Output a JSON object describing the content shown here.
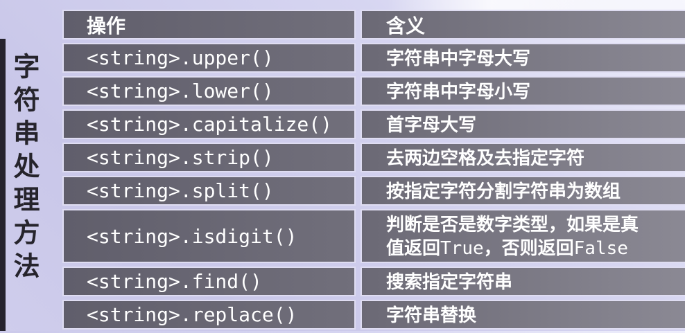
{
  "colors": {
    "background_light": "#f0f0fc",
    "background_mid": "#d6d5f1",
    "background_dark": "#c9c7e9",
    "cell_border": "#dfddf2",
    "op_cell_dark": "#605e6b",
    "op_cell_light": "#716f7b",
    "meaning_cell_dark": "#6b6975",
    "meaning_cell_light": "#8b8994",
    "text_white": "#ffffff",
    "title_dark": "#26242c",
    "edge_strip": "#26232e"
  },
  "sidebar": {
    "vertical_title": "字符串处理方法"
  },
  "table": {
    "headers": [
      {
        "label": "操作"
      },
      {
        "label": "含义"
      }
    ],
    "rows": [
      {
        "operation": "<string>.upper()",
        "meaning_lines": [
          "字符串中字母大写"
        ],
        "tall": false
      },
      {
        "operation": "<string>.lower()",
        "meaning_lines": [
          "字符串中字母小写"
        ],
        "tall": false
      },
      {
        "operation": "<string>.capitalize()",
        "meaning_lines": [
          "首字母大写"
        ],
        "tall": false
      },
      {
        "operation": "<string>.strip()",
        "meaning_lines": [
          "去两边空格及去指定字符"
        ],
        "tall": false
      },
      {
        "operation": "<string>.split()",
        "meaning_lines": [
          "按指定字符分割字符串为数组"
        ],
        "tall": false
      },
      {
        "operation": "<string>.isdigit()",
        "meaning_lines": [
          "判断是否是数字类型，如果是真",
          "值返回True，否则返回False"
        ],
        "tall": true
      },
      {
        "operation": "<string>.find()",
        "meaning_lines": [
          "搜索指定字符串"
        ],
        "tall": false
      },
      {
        "operation": "<string>.replace()",
        "meaning_lines": [
          "字符串替换"
        ],
        "tall": false
      }
    ]
  }
}
